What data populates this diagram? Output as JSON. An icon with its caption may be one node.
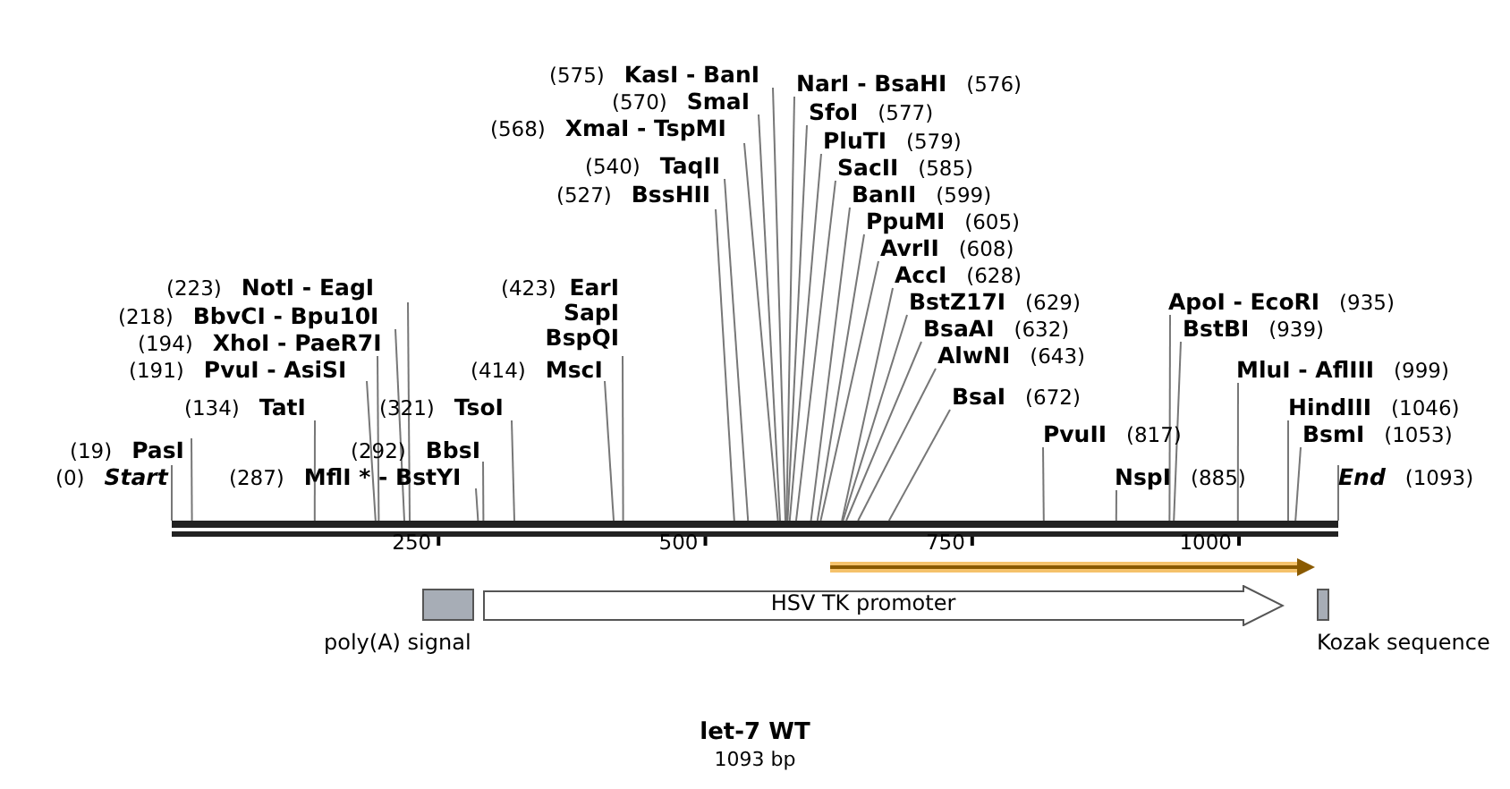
{
  "diagram": {
    "title": "let-7 WT",
    "caption": "1093 bp",
    "nodes": [
      {
        "text": [
          "(0)",
          "Start"
        ]
      },
      {
        "text": [
          "(19)",
          "PasI"
        ]
      },
      {
        "text": [
          "(134)",
          "TatI"
        ]
      },
      {
        "text": [
          "(191)",
          "PvuI  - AsiSI"
        ]
      },
      {
        "text": [
          "(194)",
          "XhoI  - PaeR7I"
        ]
      },
      {
        "text": [
          "(218)",
          "BbvCI  - Bpu10I"
        ]
      },
      {
        "text": [
          "(223)",
          "NotI  - EagI"
        ]
      },
      {
        "text": [
          "(287)",
          "MflI * - BstYI"
        ]
      },
      {
        "text": [
          "(292)",
          "BbsI"
        ]
      },
      {
        "text": [
          "(321)",
          "TsoI"
        ]
      },
      {
        "text": [
          "(414)",
          "MscI"
        ]
      },
      {
        "text": [
          "(423)",
          "EarI",
          "SapI",
          "BspQI"
        ]
      },
      {
        "text": [
          "(527)",
          "BssHII"
        ]
      },
      {
        "text": [
          "(540)",
          "TaqII"
        ]
      },
      {
        "text": [
          "(568)",
          "XmaI  - TspMI"
        ]
      },
      {
        "text": [
          "(570)",
          "SmaI"
        ]
      },
      {
        "text": [
          "(575)",
          "KasI  - BanI"
        ]
      },
      {
        "text": [
          "NarI  - BsaHI",
          "(576)"
        ]
      },
      {
        "text": [
          "SfoI",
          "(577)"
        ]
      },
      {
        "text": [
          "PluTI",
          "(579)"
        ]
      },
      {
        "text": [
          "SacII",
          "(585)"
        ]
      },
      {
        "text": [
          "BanII",
          "(599)"
        ]
      },
      {
        "text": [
          "PpuMI",
          "(605)"
        ]
      },
      {
        "text": [
          "AvrII",
          "(608)"
        ]
      },
      {
        "text": [
          "AccI",
          "(628)"
        ]
      },
      {
        "text": [
          "BstZ17I",
          "(629)"
        ]
      },
      {
        "text": [
          "BsaAI",
          "(632)"
        ]
      },
      {
        "text": [
          "AlwNI",
          "(643)"
        ]
      },
      {
        "text": [
          "BsaI",
          "(672)"
        ]
      },
      {
        "text": [
          "PvuII",
          "(817)"
        ]
      },
      {
        "text": [
          "NspI",
          "(885)"
        ]
      },
      {
        "text": [
          "ApoI  - EcoRI",
          "(935)"
        ]
      },
      {
        "text": [
          "BstBI",
          "(939)"
        ]
      },
      {
        "text": [
          "MluI  - AflIII",
          "(999)"
        ]
      },
      {
        "text": [
          "HindIII",
          "(1046)"
        ]
      },
      {
        "text": [
          "BsmI",
          "(1053)"
        ]
      },
      {
        "text": [
          "End",
          "(1093)"
        ]
      },
      {
        "text": [],
        "shape": "bar"
      },
      {
        "text": [
          "poly(A) signal"
        ]
      },
      {
        "text": [
          "HSV TK promoter"
        ]
      },
      {
        "text": [
          "Kozak sequence"
        ]
      }
    ],
    "edges": [
      {
        "from": 0,
        "to": 37,
        "arrow": "none"
      },
      {
        "from": 1,
        "to": 37,
        "arrow": "none"
      },
      {
        "from": 2,
        "to": 37,
        "arrow": "none"
      },
      {
        "from": 3,
        "to": 37,
        "arrow": "none"
      },
      {
        "from": 4,
        "to": 37,
        "arrow": "none"
      },
      {
        "from": 5,
        "to": 37,
        "arrow": "none"
      },
      {
        "from": 6,
        "to": 37,
        "arrow": "none"
      },
      {
        "from": 7,
        "to": 37,
        "arrow": "none"
      },
      {
        "from": 8,
        "to": 37,
        "arrow": "none"
      },
      {
        "from": 9,
        "to": 37,
        "arrow": "none"
      },
      {
        "from": 10,
        "to": 37,
        "arrow": "none"
      },
      {
        "from": 11,
        "to": 37,
        "arrow": "none"
      },
      {
        "from": 12,
        "to": 37,
        "arrow": "none"
      },
      {
        "from": 13,
        "to": 37,
        "arrow": "none"
      },
      {
        "from": 14,
        "to": 37,
        "arrow": "none"
      },
      {
        "from": 15,
        "to": 37,
        "arrow": "none"
      },
      {
        "from": 16,
        "to": 37,
        "arrow": "none"
      },
      {
        "from": 17,
        "to": 37,
        "arrow": "none"
      },
      {
        "from": 18,
        "to": 37,
        "arrow": "none"
      },
      {
        "from": 19,
        "to": 37,
        "arrow": "none"
      },
      {
        "from": 20,
        "to": 37,
        "arrow": "none"
      },
      {
        "from": 21,
        "to": 37,
        "arrow": "none"
      },
      {
        "from": 22,
        "to": 37,
        "arrow": "none"
      },
      {
        "from": 23,
        "to": 37,
        "arrow": "none"
      },
      {
        "from": 24,
        "to": 37,
        "arrow": "none"
      },
      {
        "from": 25,
        "to": 37,
        "arrow": "none"
      },
      {
        "from": 26,
        "to": 37,
        "arrow": "none"
      },
      {
        "from": 27,
        "to": 37,
        "arrow": "none"
      },
      {
        "from": 28,
        "to": 37,
        "arrow": "none"
      },
      {
        "from": 29,
        "to": 37,
        "arrow": "none"
      },
      {
        "from": 30,
        "to": 37,
        "arrow": "none"
      },
      {
        "from": 31,
        "to": 37,
        "arrow": "none"
      },
      {
        "from": 32,
        "to": 37,
        "arrow": "none"
      },
      {
        "from": 33,
        "to": 37,
        "arrow": "none"
      },
      {
        "from": 34,
        "to": 37,
        "arrow": "none"
      },
      {
        "from": 35,
        "to": 37,
        "arrow": "none"
      },
      {
        "from": 36,
        "to": 37,
        "arrow": "none"
      }
    ],
    "labels": [
      "250",
      "500",
      "750",
      "1000"
    ]
  }
}
